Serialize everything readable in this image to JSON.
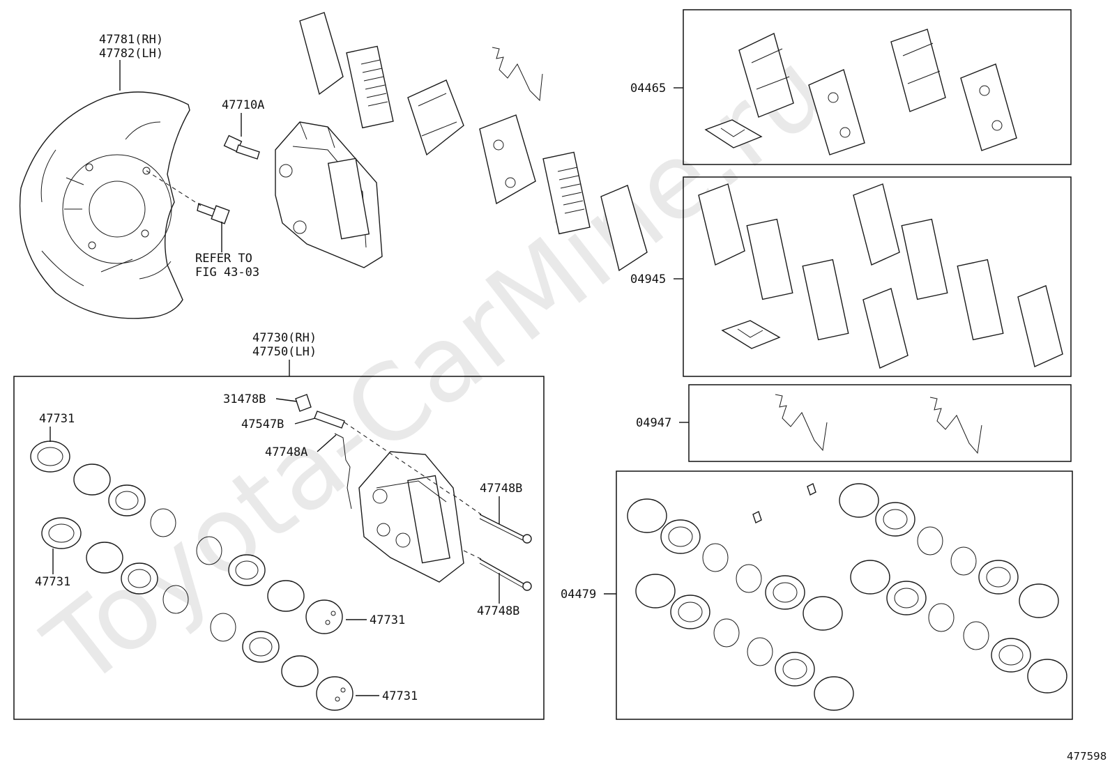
{
  "watermark": "Toyota-CarMine.ru",
  "diagram_id": "477598",
  "labels": {
    "shield_rh": "47781(RH)",
    "shield_lh": "47782(LH)",
    "bolt": "47710A",
    "refer_1": "REFER TO",
    "refer_2": "FIG 43-03",
    "caliper_rh": "47730(RH)",
    "caliper_lh": "47750(LH)",
    "cap": "31478B",
    "bleeder": "47547B",
    "clip": "47748A",
    "pin_top": "47748B",
    "pin_bottom": "47748B",
    "piston_a": "47731",
    "piston_b": "47731",
    "piston_c": "47731",
    "piston_d": "47731",
    "kit_pads": "04465",
    "kit_shims": "04945",
    "kit_springs": "04947",
    "kit_seals": "04479"
  }
}
